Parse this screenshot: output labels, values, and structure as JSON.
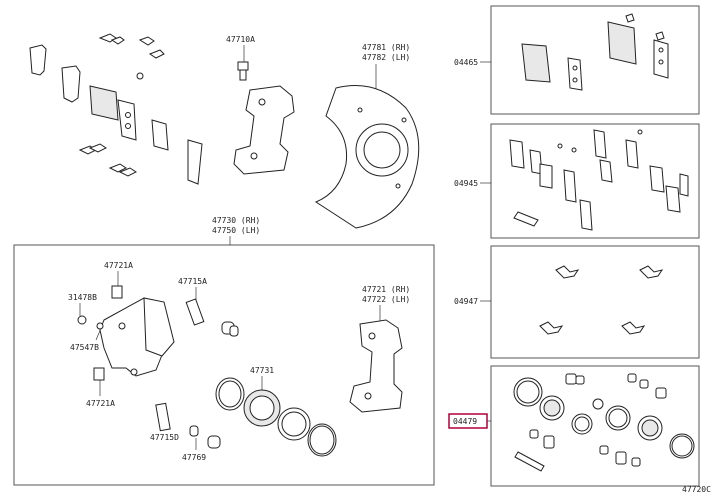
{
  "labels": {
    "l47710A": "47710A",
    "l47781": "47781 (RH)",
    "l47782": "47782 (LH)",
    "l04465": "04465",
    "l04945": "04945",
    "l04947": "04947",
    "l04479": "04479",
    "l47730": "47730 (RH)",
    "l47750": "47750 (LH)",
    "l47721A_top": "47721A",
    "l47715A": "47715A",
    "l31478B": "31478B",
    "l47547B": "47547B",
    "l47721": "47721 (RH)",
    "l47722": "47722 (LH)",
    "l47731": "47731",
    "l47721A_bot": "47721A",
    "l47715D": "47715D",
    "l47769": "47769",
    "diagram_code": "47720C"
  },
  "colors": {
    "highlight": "#b0003a"
  }
}
